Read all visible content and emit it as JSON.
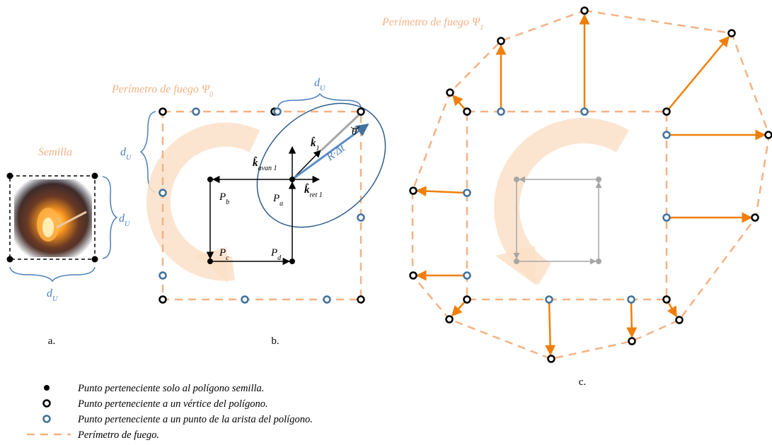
{
  "labels": {
    "seed": "Semilla",
    "du": "d",
    "du_sub": "U",
    "perim0_text": "Perímetro de fuego Ψ",
    "perim0_sub": "0",
    "perim1_text": "Perímetro de fuego Ψ",
    "perim1_sub": "1",
    "k_avan": "k̂",
    "k_avan_sub": "avan 1",
    "k_ret": "k̂",
    "k_ret_sub": "ret 1",
    "k1": "k̂",
    "k1_sub": "1",
    "theta": "θ",
    "r_dt": "R·Δt",
    "pa": "P",
    "pa_sub": "a",
    "pb": "P",
    "pb_sub": "b",
    "pc": "P",
    "pc_sub": "c",
    "pd": "P",
    "pd_sub": "d",
    "panel_a": "a.",
    "panel_b": "b.",
    "panel_c": "c."
  },
  "legend": [
    {
      "marker": "seed-point",
      "text": "Punto perteneciente solo al polígono semilla."
    },
    {
      "marker": "vertex-point",
      "text": "Punto perteneciente a un vértice del polígono."
    },
    {
      "marker": "edge-point",
      "text": "Punto perteneciente a un punto de la arista del polígono."
    },
    {
      "marker": "fire-perimeter-line",
      "text": "Perímetro de fuego."
    }
  ],
  "colors": {
    "orange_line": "#f4b183",
    "orange_arrow": "#f07f09",
    "blue": "#41719c",
    "black": "#000000",
    "grey": "#a6a6a6"
  }
}
